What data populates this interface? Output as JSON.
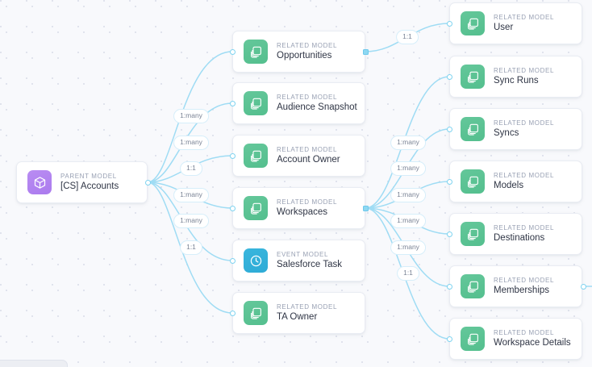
{
  "canvas": {
    "background_color": "#f8f9fc",
    "grid_dot_color": "#d8dce8",
    "edge_color": "#9fdcf4"
  },
  "colors": {
    "icon_green": "#58c293",
    "icon_blue": "#33b0d9",
    "icon_purple": "#b083f0",
    "card_background": "#ffffff",
    "card_border": "#e9ecf3",
    "kind_text": "#98a0b3",
    "title_text": "#2f3545",
    "badge_text": "#7b8496",
    "badge_border": "#d6eefa",
    "port_stroke": "#7fd3f0"
  },
  "parent": {
    "kind": "PARENT MODEL",
    "title": "[CS] Accounts",
    "icon": "cube-icon",
    "icon_style": "purple"
  },
  "column_one": [
    {
      "kind": "RELATED MODEL",
      "title": "Opportunities",
      "icon": "stacked-cubes-icon",
      "icon_style": "green"
    },
    {
      "kind": "RELATED MODEL",
      "title": "Audience Snapshot",
      "icon": "stacked-cubes-icon",
      "icon_style": "green"
    },
    {
      "kind": "RELATED MODEL",
      "title": "Account Owner",
      "icon": "stacked-cubes-icon",
      "icon_style": "green"
    },
    {
      "kind": "RELATED MODEL",
      "title": "Workspaces",
      "icon": "stacked-cubes-icon",
      "icon_style": "green"
    },
    {
      "kind": "EVENT MODEL",
      "title": "Salesforce Task",
      "icon": "clock-icon",
      "icon_style": "blue"
    },
    {
      "kind": "RELATED MODEL",
      "title": "TA Owner",
      "icon": "stacked-cubes-icon",
      "icon_style": "green"
    }
  ],
  "column_two": [
    {
      "kind": "RELATED MODEL",
      "title": "User",
      "icon": "stacked-cubes-icon",
      "icon_style": "green"
    },
    {
      "kind": "RELATED MODEL",
      "title": "Sync Runs",
      "icon": "stacked-cubes-icon",
      "icon_style": "green"
    },
    {
      "kind": "RELATED MODEL",
      "title": "Syncs",
      "icon": "stacked-cubes-icon",
      "icon_style": "green"
    },
    {
      "kind": "RELATED MODEL",
      "title": "Models",
      "icon": "stacked-cubes-icon",
      "icon_style": "green"
    },
    {
      "kind": "RELATED MODEL",
      "title": "Destinations",
      "icon": "stacked-cubes-icon",
      "icon_style": "green"
    },
    {
      "kind": "RELATED MODEL",
      "title": "Memberships",
      "icon": "stacked-cubes-icon",
      "icon_style": "green"
    },
    {
      "kind": "RELATED MODEL",
      "title": "Workspace Details",
      "icon": "stacked-cubes-icon",
      "icon_style": "green"
    }
  ],
  "edge_labels_parent": [
    {
      "text": "1:many",
      "target": "Opportunities"
    },
    {
      "text": "1:many",
      "target": "Audience Snapshot"
    },
    {
      "text": "1:1",
      "target": "Account Owner"
    },
    {
      "text": "1:many",
      "target": "Workspaces"
    },
    {
      "text": "1:many",
      "target": "Salesforce Task"
    },
    {
      "text": "1:1",
      "target": "TA Owner"
    }
  ],
  "edge_labels_opportunities": [
    {
      "text": "1:1",
      "target": "User"
    }
  ],
  "edge_labels_workspaces": [
    {
      "text": "1:many",
      "target": "Sync Runs"
    },
    {
      "text": "1:many",
      "target": "Syncs"
    },
    {
      "text": "1:many",
      "target": "Models"
    },
    {
      "text": "1:many",
      "target": "Destinations"
    },
    {
      "text": "1:many",
      "target": "Memberships"
    },
    {
      "text": "1:1",
      "target": "Workspace Details"
    }
  ]
}
